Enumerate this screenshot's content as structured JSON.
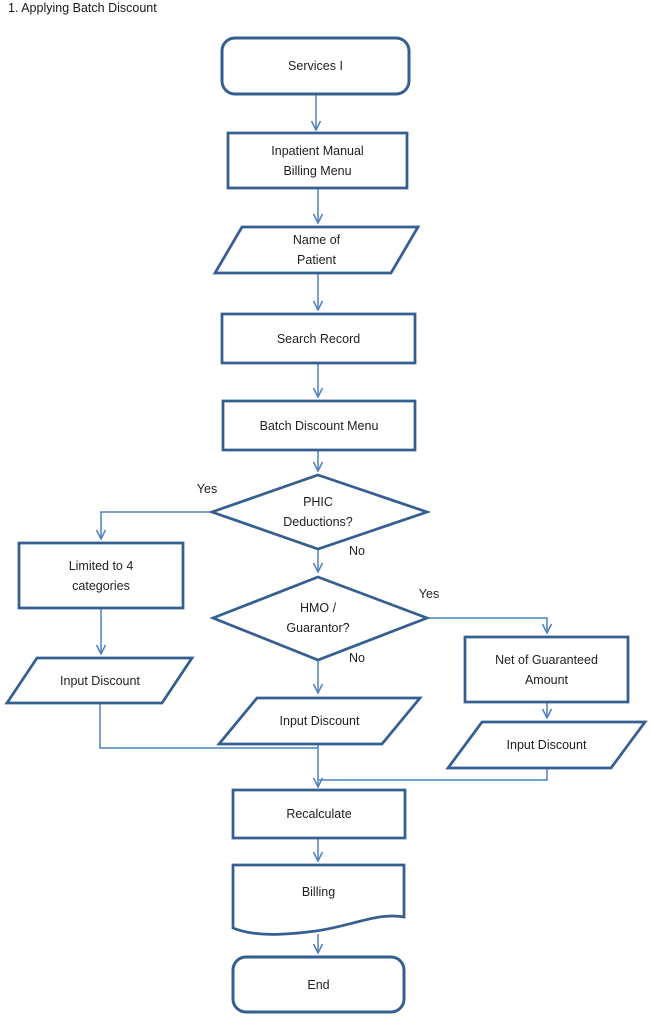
{
  "title": "1. Applying Batch Discount",
  "colors": {
    "shape_border": "#365F91",
    "connector": "#4F81BD",
    "shape_fill": "#FFFFFF",
    "text": "#1F1F1F",
    "page_bg": "#FFFFFF"
  },
  "nodes": {
    "services": {
      "label": "Services I",
      "type": "terminator"
    },
    "inpatient_menu": {
      "label": "Inpatient Manual\nBilling Menu",
      "type": "process"
    },
    "name_of_patient": {
      "label": "Name of\nPatient",
      "type": "data-input"
    },
    "search_record": {
      "label": "Search Record",
      "type": "process"
    },
    "batch_discount_menu": {
      "label": "Batch Discount Menu",
      "type": "process"
    },
    "phic_deductions": {
      "label": "PHIC\nDeductions?",
      "type": "decision"
    },
    "limited_categories": {
      "label": "Limited to 4\ncategories",
      "type": "process"
    },
    "input_discount_left": {
      "label": "Input Discount",
      "type": "data-input"
    },
    "hmo_guarantor": {
      "label": "HMO /\nGuarantor?",
      "type": "decision"
    },
    "input_discount_middle": {
      "label": "Input Discount",
      "type": "data-input"
    },
    "net_guaranteed": {
      "label": "Net of Guaranteed\nAmount",
      "type": "process"
    },
    "input_discount_right": {
      "label": "Input Discount",
      "type": "data-input"
    },
    "recalculate": {
      "label": "Recalculate",
      "type": "process"
    },
    "billing": {
      "label": "Billing",
      "type": "document"
    },
    "end": {
      "label": "End",
      "type": "terminator"
    }
  },
  "edge_labels": {
    "phic_yes": "Yes",
    "phic_no": "No",
    "hmo_yes": "Yes",
    "hmo_no": "No"
  }
}
